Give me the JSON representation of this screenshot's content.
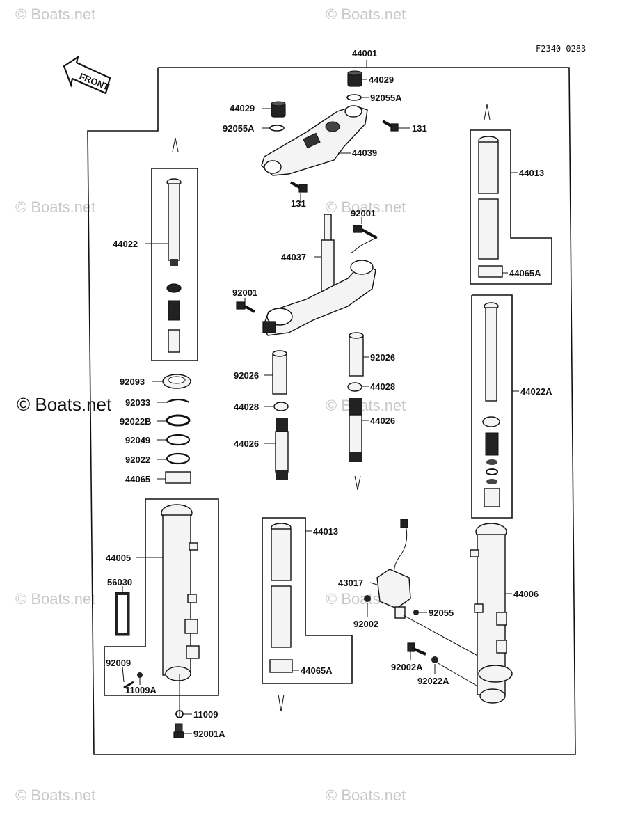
{
  "diagram_code": "F2340-0283",
  "front_label": "FRONT",
  "assembly_number": "44001",
  "watermark": "© Boats.net",
  "callouts": {
    "p44029a": "44029",
    "p92055a_top": "92055A",
    "p44029b": "44029",
    "p92055a_left": "92055A",
    "p131a": "131",
    "p44039": "44039",
    "p131b": "131",
    "p92001a": "92001",
    "p44037": "44037",
    "p92001b": "92001",
    "p44022": "44022",
    "p44013a": "44013",
    "p44065a_top": "44065A",
    "p44022a": "44022A",
    "p92093": "92093",
    "p92033": "92033",
    "p92022b": "92022B",
    "p92049": "92049",
    "p92022": "92022",
    "p44065": "44065",
    "p92026a": "92026",
    "p44028a": "44028",
    "p44026a": "44026",
    "p92026b": "92026",
    "p44028b": "44028",
    "p44026b": "44026",
    "p44005": "44005",
    "p56030": "56030",
    "p92009": "92009",
    "p11009a": "11009A",
    "p11009": "11009",
    "p92001a_bottom": "92001A",
    "p44013b": "44013",
    "p44065a_bottom": "44065A",
    "p43017": "43017",
    "p92002": "92002",
    "p92055": "92055",
    "p92002a": "92002A",
    "p92022a": "92022A",
    "p44006": "44006"
  }
}
